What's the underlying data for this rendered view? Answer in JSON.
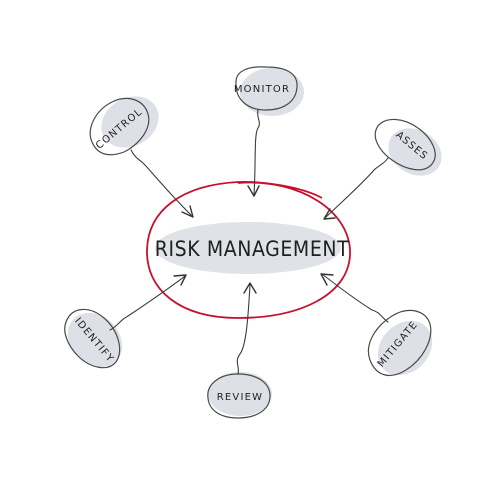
{
  "center": {
    "label": "RISK MANAGEMENT",
    "ring_color": "#c8102e"
  },
  "nodes": [
    {
      "id": "monitor",
      "label": "MONITOR"
    },
    {
      "id": "control",
      "label": "CONTROL"
    },
    {
      "id": "asses",
      "label": "ASSES"
    },
    {
      "id": "identify",
      "label": "IDENTIFY"
    },
    {
      "id": "review",
      "label": "REVIEW"
    },
    {
      "id": "mitigate",
      "label": "MITIGATE"
    }
  ],
  "colors": {
    "bubble_fill": "#dde0e6",
    "outline": "#4a4a4a",
    "accent": "#c8102e"
  }
}
